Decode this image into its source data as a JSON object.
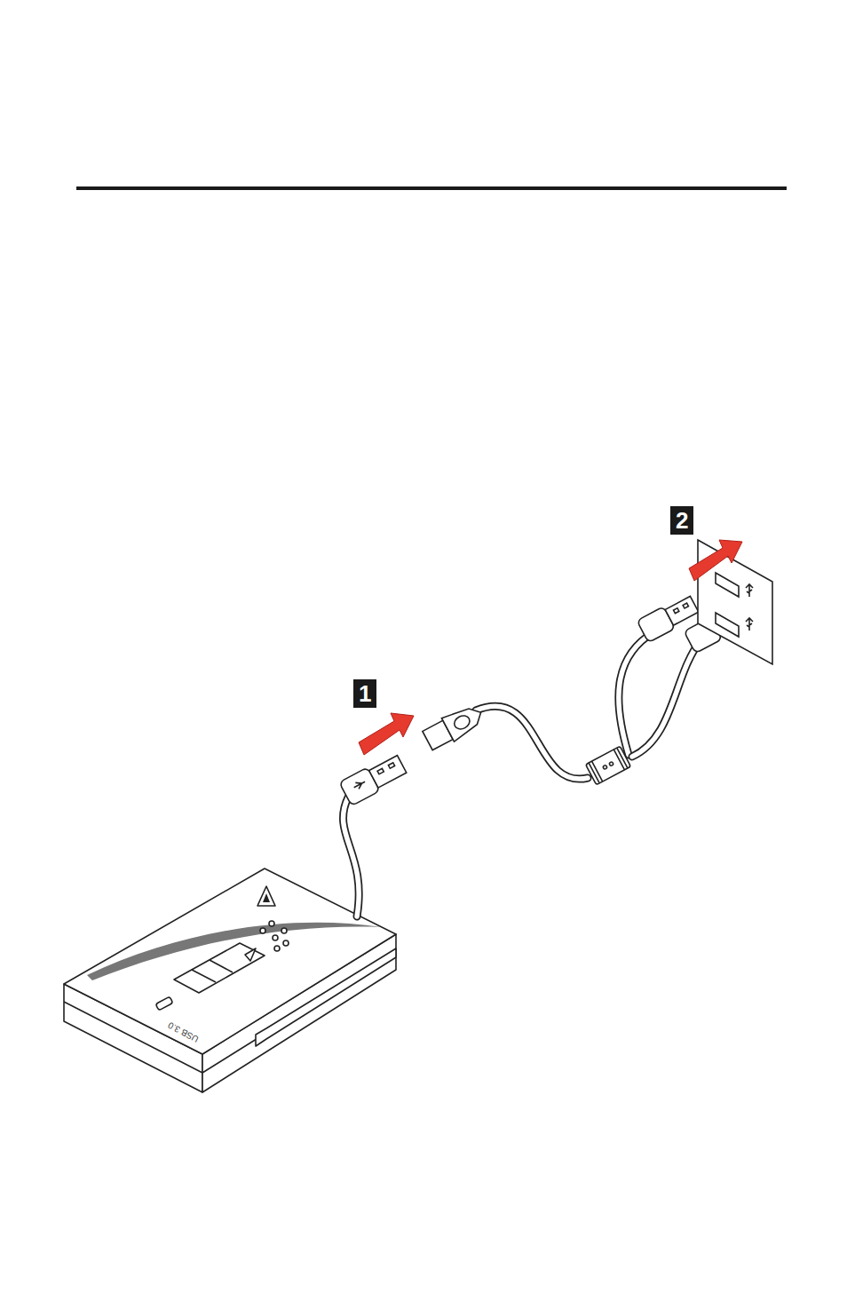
{
  "diagram": {
    "labels": [
      "1",
      "2",
      "USB 3.0"
    ]
  }
}
